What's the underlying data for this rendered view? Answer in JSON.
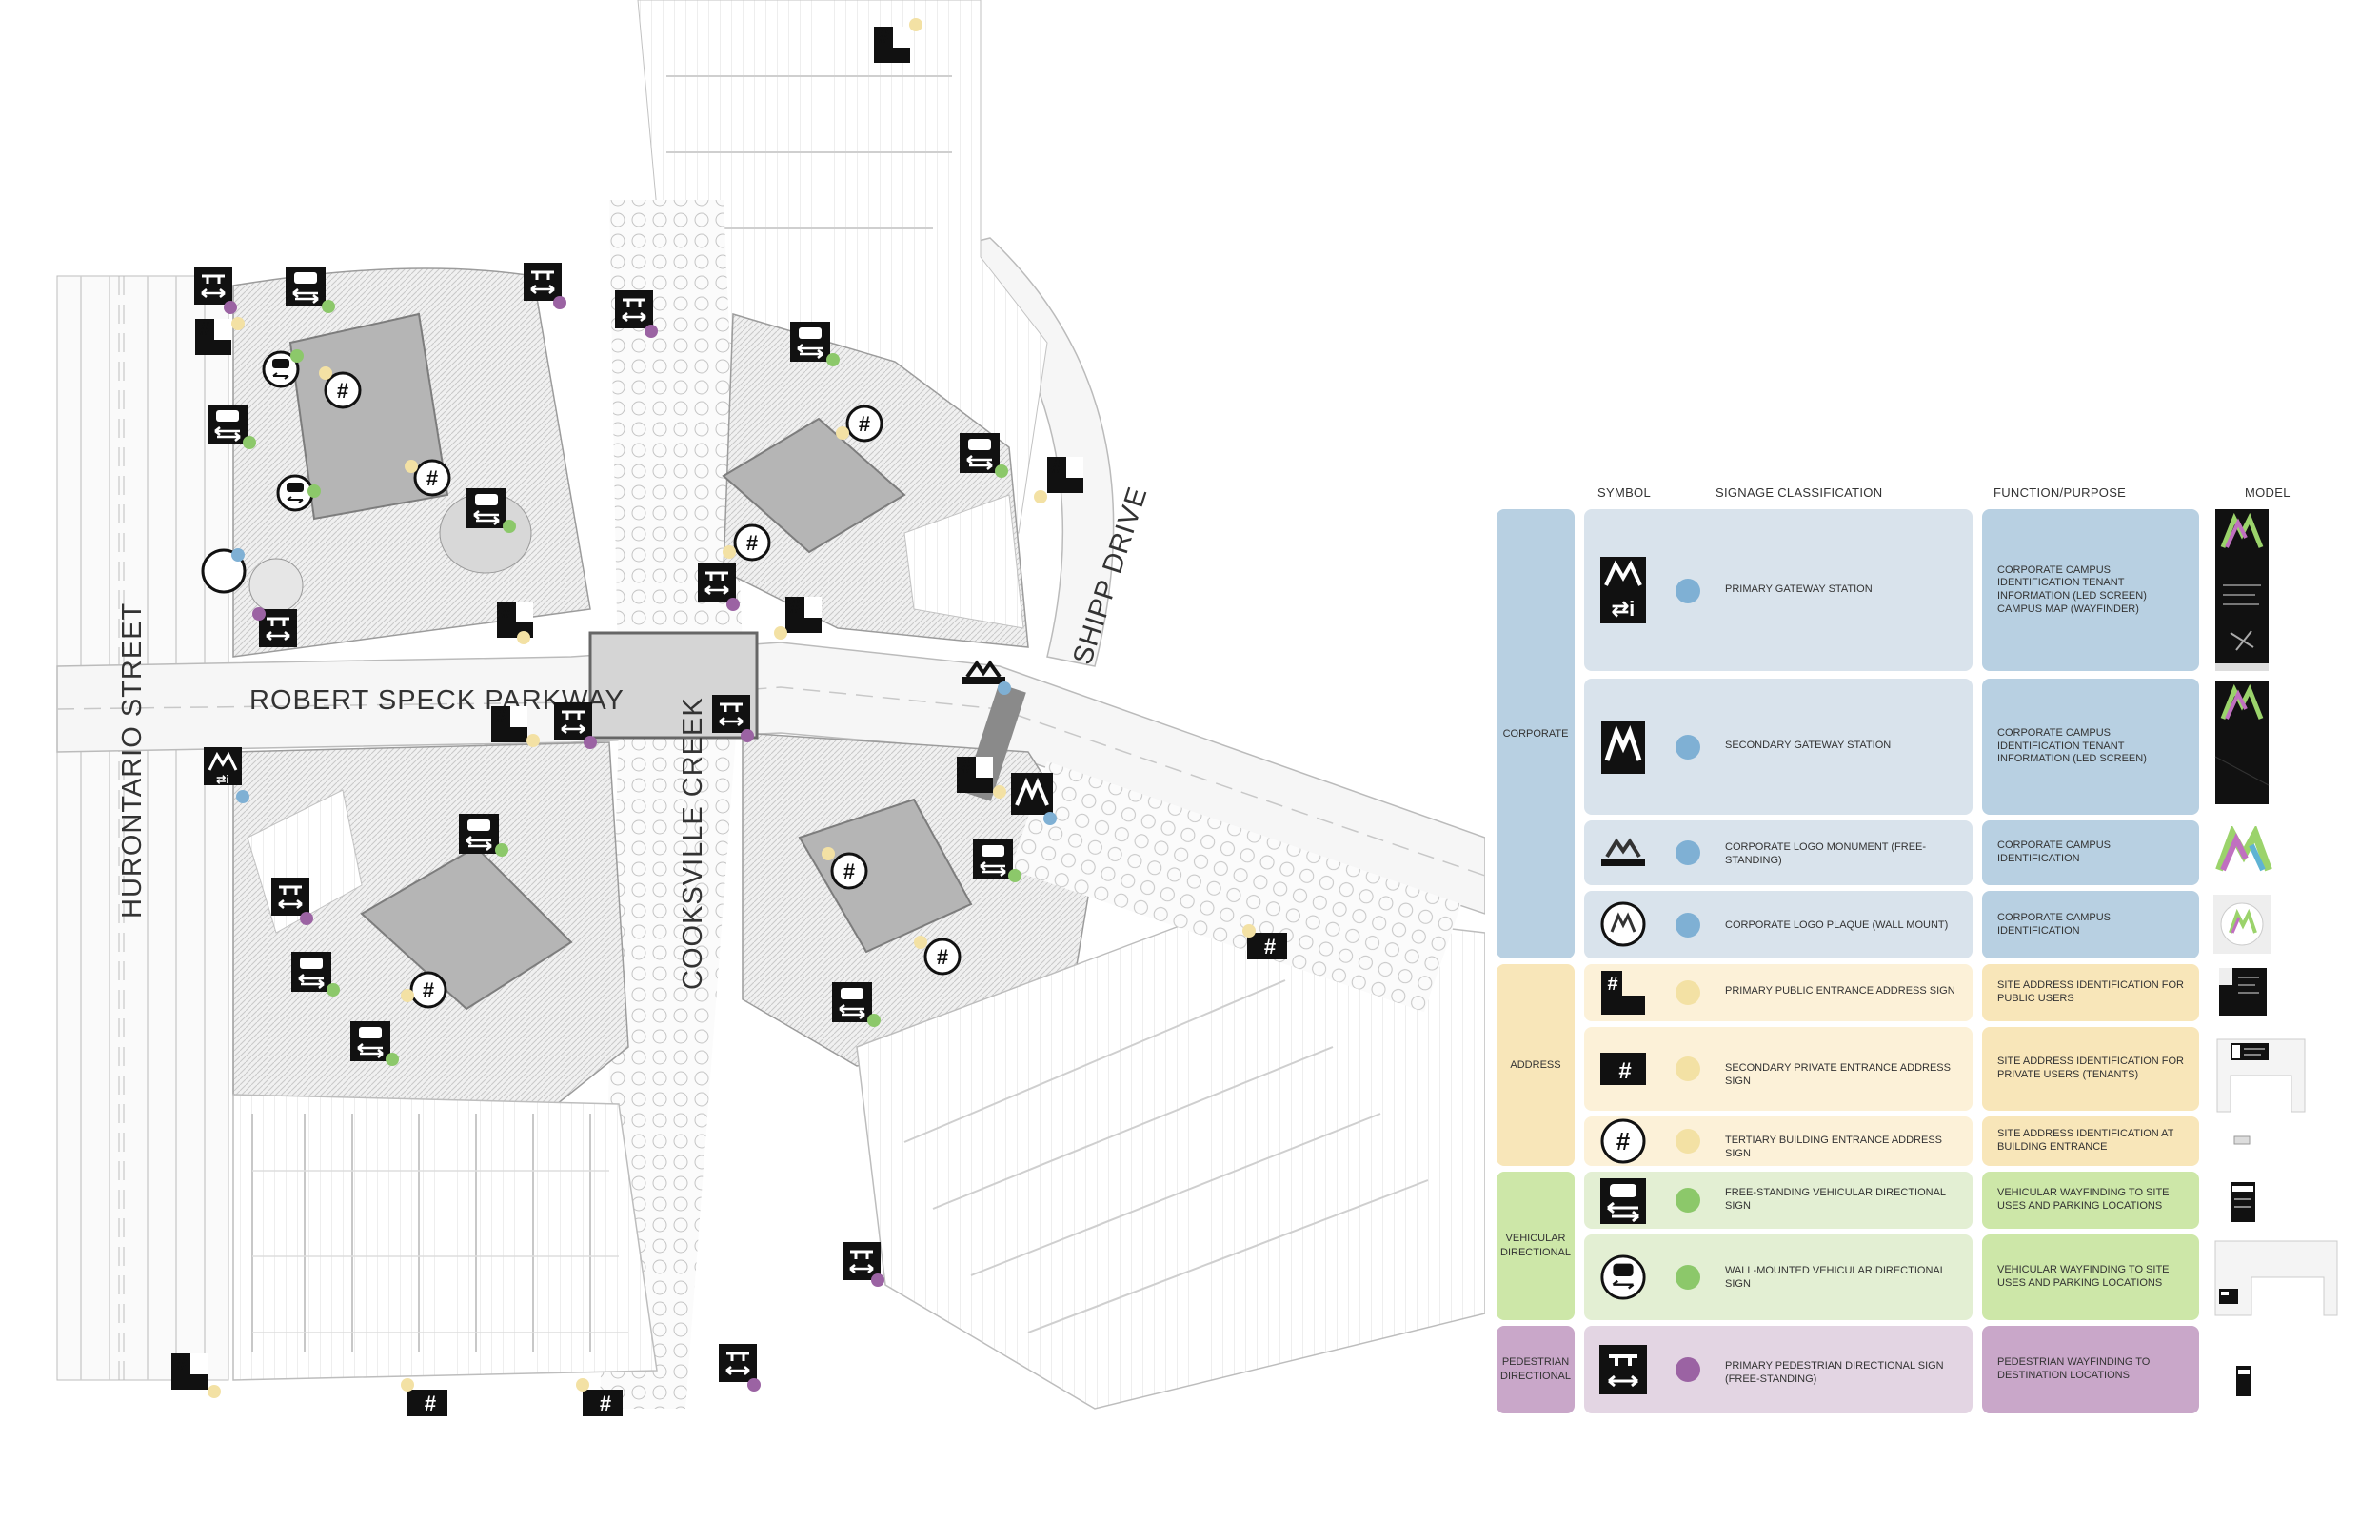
{
  "streets": {
    "hurontario": "HURONTARIO STREET",
    "robert_speck": "ROBERT SPECK PARKWAY",
    "cooksville": "COOKSVILLE CREEK",
    "shipp": "SHIPP DRIVE"
  },
  "legend": {
    "headers": {
      "symbol": "SYMBOL",
      "classification": "SIGNAGE CLASSIFICATION",
      "function": "FUNCTION/PURPOSE",
      "model": "MODEL"
    },
    "categories": {
      "corporate": "CORPORATE",
      "address": "ADDRESS",
      "vehicular": "VEHICULAR DIRECTIONAL",
      "pedestrian": "PEDESTRIAN DIRECTIONAL"
    },
    "rows": [
      {
        "name": "PRIMARY GATEWAY STATION",
        "function": "CORPORATE CAMPUS IDENTIFICATION TENANT INFORMATION (LED SCREEN) CAMPUS MAP (WAYFINDER)",
        "color": "#7fb0d4",
        "icon": "gateway-info-icon"
      },
      {
        "name": "SECONDARY GATEWAY STATION",
        "function": "CORPORATE CAMPUS IDENTIFICATION TENANT INFORMATION (LED SCREEN)",
        "color": "#7fb0d4",
        "icon": "gateway-logo-icon"
      },
      {
        "name": "CORPORATE LOGO MONUMENT (FREE-STANDING)",
        "function": "CORPORATE CAMPUS IDENTIFICATION",
        "color": "#7fb0d4",
        "icon": "logo-monument-icon"
      },
      {
        "name": "CORPORATE LOGO PLAQUE (WALL MOUNT)",
        "function": "CORPORATE CAMPUS IDENTIFICATION",
        "color": "#7fb0d4",
        "icon": "logo-plaque-icon"
      },
      {
        "name": "PRIMARY PUBLIC ENTRANCE ADDRESS SIGN",
        "function": "SITE ADDRESS IDENTIFICATION FOR PUBLIC USERS",
        "color": "#f3e1a4",
        "icon": "address-primary-icon"
      },
      {
        "name": "SECONDARY PRIVATE ENTRANCE ADDRESS SIGN",
        "function": "SITE ADDRESS IDENTIFICATION FOR PRIVATE USERS (TENANTS)",
        "color": "#f3e1a4",
        "icon": "address-secondary-icon"
      },
      {
        "name": "TERTIARY BUILDING ENTRANCE ADDRESS SIGN",
        "function": "SITE ADDRESS IDENTIFICATION AT BUILDING ENTRANCE",
        "color": "#f3e1a4",
        "icon": "address-tertiary-icon"
      },
      {
        "name": "FREE-STANDING VEHICULAR DIRECTIONAL SIGN",
        "function": "VEHICULAR WAYFINDING TO SITE USES AND PARKING LOCATIONS",
        "color": "#8cc86a",
        "icon": "vehicular-freestanding-icon"
      },
      {
        "name": "WALL-MOUNTED VEHICULAR DIRECTIONAL SIGN",
        "function": "VEHICULAR WAYFINDING TO SITE USES AND PARKING LOCATIONS",
        "color": "#8cc86a",
        "icon": "vehicular-wall-icon"
      },
      {
        "name": "PRIMARY PEDESTRIAN DIRECTIONAL SIGN (FREE-STANDING)",
        "function": "PEDESTRIAN WAYFINDING TO DESTINATION LOCATIONS",
        "color": "#9b63a3",
        "icon": "pedestrian-directional-icon"
      }
    ]
  },
  "colors": {
    "corporate": "#b8d0e2",
    "address": "#f8e6b9",
    "vehicular": "#cde7a8",
    "pedestrian": "#c9a7c9"
  }
}
